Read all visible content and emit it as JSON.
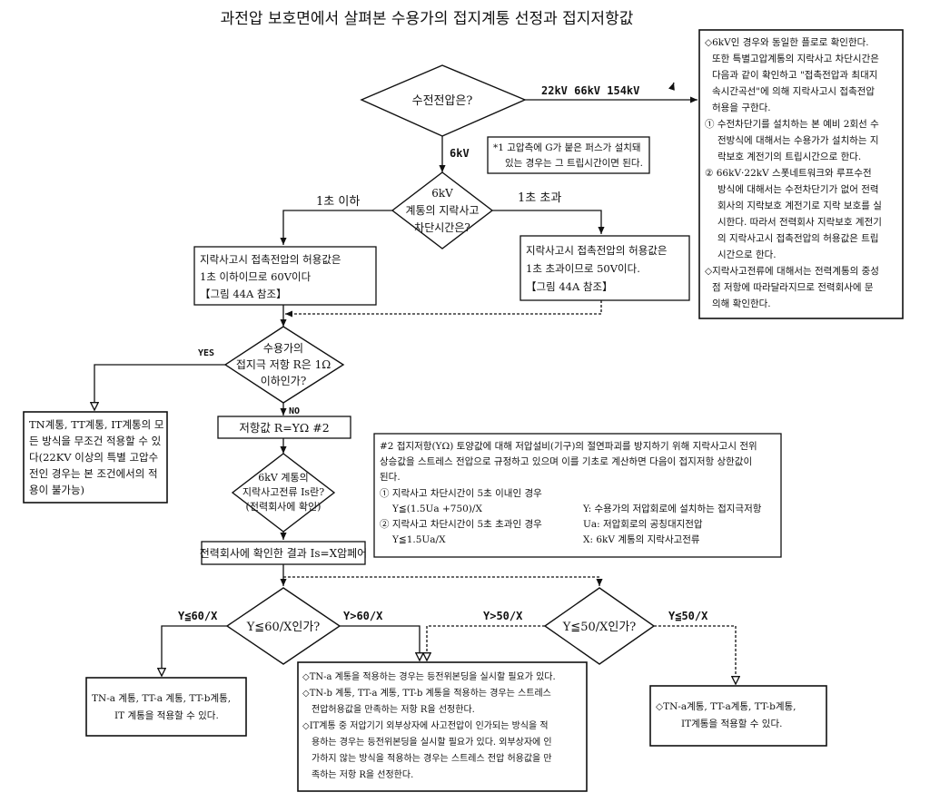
{
  "title": "과전압 보호면에서 살펴본 수용가의 접지계통 선정과 접지저항값",
  "decision_supply_voltage": {
    "line1": "수전전압은?",
    "branch_high": "22kV 66kV 154kV",
    "branch_low": "6kV"
  },
  "note1": {
    "line1": "*1 고압측에 G가 붙은 퍼스가 설치돼",
    "line2": "있는 경우는 그 트립시간이면 된다."
  },
  "right_box": {
    "lines": [
      "◇6kV인 경우와 동일한 플로로 확인한다.",
      "또한 특별고압계통의 지락사고 차단시간은",
      "다음과 같이 확인하고 \"접촉전압과 최대지",
      "속시간곡선\"에 의해 지락사고시 접촉전압",
      "허용을 구한다.",
      "① 수전차단기를 설치하는 본 예비 2회선 수",
      "전방식에 대해서는 수용가가 설치하는 지",
      "락보호 계전기의 트립시간으로 한다.",
      "② 66kV·22kV 스폿네트워크와 루프수전",
      "방식에 대해서는 수전차단기가 없어 전력",
      "회사의 지락보호 계전기로 지락 보호를 실",
      "시한다. 따라서 전력회사 지락보호 계전기",
      "의 지락사고시 접촉전압의 허용값은 트립",
      "시간으로 한다.",
      "◇지락사고전류에 대해서는 전력계통의 중성",
      "점 저항에 따라달라지므로 전력회사에 문",
      "의해 확인한다."
    ]
  },
  "decision_trip_time": {
    "line1": "6kV",
    "line2": "계통의 지락사고",
    "line3": "차단시간은?",
    "branch_left": "1초 이하",
    "branch_right": "1초 초과"
  },
  "box_60v": {
    "line1": "지락사고시 접촉전압의 허용값은",
    "line2": "1초 이하이므로 60V이다",
    "line3": "【그림 44A 참조】"
  },
  "box_50v": {
    "line1": "지락사고시 접촉전압의 허용값은",
    "line2": "1초 초과이므로 50V이다.",
    "line3": "【그림 44A 참조】"
  },
  "decision_resistance": {
    "line1": "수용가의",
    "line2": "접지극 저항 R은 1Ω",
    "line3": "이하인가?",
    "branch_yes": "YES",
    "branch_no": "NO"
  },
  "box_all_methods": {
    "line1": "TN계통, TT계통, IT계통의 모",
    "line2": "든 방식을 무조건 적용할 수 있",
    "line3": "다(22KV 이상의 특별 고압수",
    "line4": "전인 경우는 본 조건에서의 적",
    "line5": "용이 불가능)"
  },
  "box_resistance_value": {
    "line1": "저항값 R=YΩ #2"
  },
  "note2": {
    "line1": "#2 접지저항(YΩ) 토양값에 대해 저압설비(기구)의 절연파괴를 방지하기 위해 지락사고시 전위",
    "line2": "상승값을 스트레스 전압으로 규정하고 있으며 이를 기초로 계산하면 다음이 접지저항 상한값이",
    "line3": "된다.",
    "case1": "① 지락사고 차단시간이 5초 이내인 경우",
    "formula1": "Y≦(1.5Ua +750)/X",
    "case2": "② 지락사고 차단시간이 5초 초과인 경우",
    "formula2": "Y≦1.5Ua/X",
    "legend_y": "Y: 수용가의 저압회로에 설치하는 접지극저항",
    "legend_ua": "Ua: 저압회로의 공칭대지전압",
    "legend_x": "X: 6kV 계통의 지락사고전류"
  },
  "decision_fault_current": {
    "line1": "6kV 계통의",
    "line2": "지락사고전류 Is란?",
    "line3": "(전력회사에 확인)"
  },
  "box_confirm": {
    "line1": "전력회사에 확인한 결과 Is=X암페어"
  },
  "decision_60x": {
    "line1": "Y≦60/X인가?",
    "branch_left": "Y≦60/X",
    "branch_right": "Y>60/X"
  },
  "decision_50x": {
    "line1": "Y≦50/X인가?",
    "branch_left": "Y>50/X",
    "branch_right": "Y≦50/X"
  },
  "box_left_result": {
    "line1": "TN-a 계통, TT-a 계통, TT-b계통,",
    "line2": "IT 계통을 적용할 수 있다."
  },
  "box_center_result": {
    "lines": [
      "◇TN-a 계통을 적용하는 경우는 등전위본딩을 실시할 필요가 있다.",
      "◇TN-b 계통, TT-a 계통, TT-b 계통을 적용하는 경우는 스트레스",
      "전압허용값을 만족하는 저항 R을 선정한다.",
      "◇IT계통 중 저압기기 외부상자에 사고전압이 인가되는 방식을 적",
      "용하는 경우는 등전위본딩을 실시할 필요가 있다. 외부상자에 인",
      "가하지 않는 방식을 적용하는 경우는 스트레스 전압 허용값을 만",
      "족하는 저항 R을 선정한다."
    ]
  },
  "box_right_result": {
    "line1": "◇TN-a계통, TT-a계통, TT-b계통,",
    "line2": "IT계통을 적용할 수 있다."
  }
}
